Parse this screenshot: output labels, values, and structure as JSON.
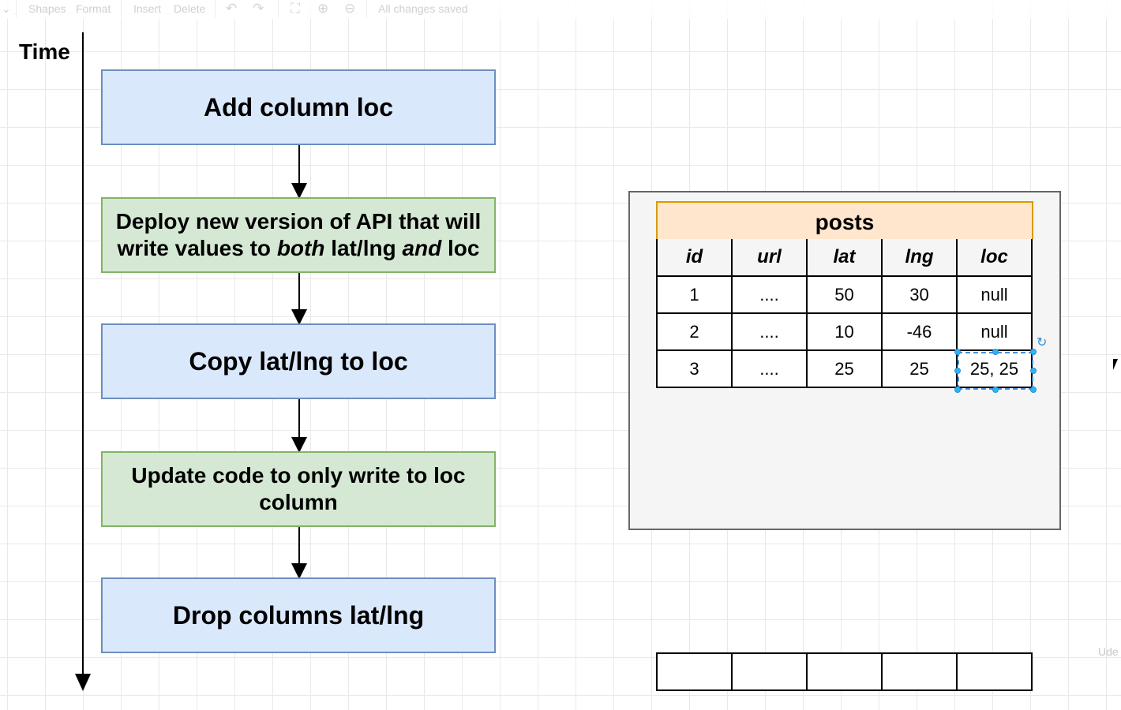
{
  "toolbar": {
    "shapes": "Shapes",
    "format": "Format",
    "insert": "Insert",
    "delete": "Delete",
    "status": "All changes saved"
  },
  "icons": [
    "undo-icon",
    "redo-icon",
    "fullscreen-icon",
    "zoom-in-icon",
    "zoom-out-icon"
  ],
  "timeline": {
    "label": "Time"
  },
  "steps": [
    {
      "line1": "Add column loc"
    },
    {
      "line1": "Deploy new version of API that will",
      "line2_pre": "write values to ",
      "line2_em1": "both",
      "line2_mid": " lat/lng ",
      "line2_em2": "and",
      "line2_post": " loc"
    },
    {
      "line1": "Copy lat/lng to loc"
    },
    {
      "line1": "Update code to only write to loc",
      "line2": "column"
    },
    {
      "line1": "Drop columns lat/lng"
    }
  ],
  "table": {
    "title": "posts",
    "columns": [
      "id",
      "url",
      "lat",
      "lng",
      "loc"
    ],
    "rows": [
      [
        "1",
        "....",
        "50",
        "30",
        "null"
      ],
      [
        "2",
        "....",
        "10",
        "-46",
        "null"
      ],
      [
        "3",
        "....",
        "25",
        "25",
        "25, 25"
      ]
    ]
  },
  "colors": {
    "blue_fill": "#dae8fc",
    "blue_stroke": "#6c8ebf",
    "green_fill": "#d5e8d4",
    "green_stroke": "#82b366",
    "orange_fill": "#ffe6cc",
    "orange_stroke": "#d79b00",
    "selection": "#29b6f2"
  },
  "edge": {
    "text": "Ude"
  }
}
